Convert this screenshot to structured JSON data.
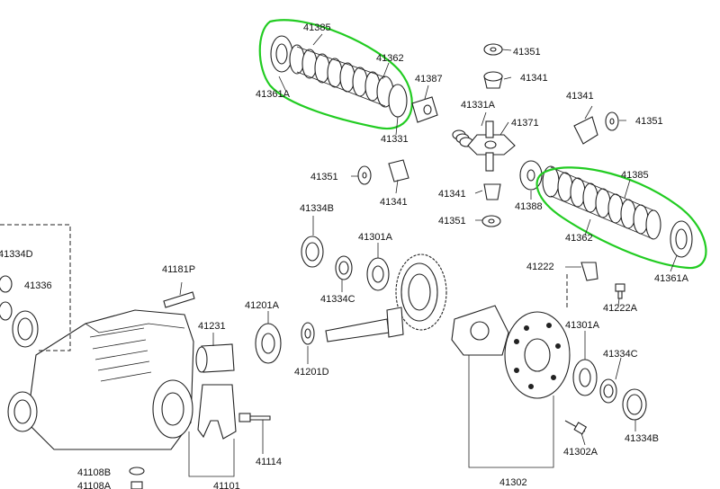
{
  "labels": {
    "p41385_top": "41385",
    "p41362_top": "41362",
    "p41361a_top": "41361A",
    "p41331": "41331",
    "p41387": "41387",
    "p41351_a": "41351",
    "p41341_a": "41341",
    "p41331a": "41331A",
    "p41371": "41371",
    "p41341_b": "41341",
    "p41351_b": "41351",
    "p41351_c": "41351",
    "p41341_c": "41341",
    "p41341_d": "41341",
    "p41351_d": "41351",
    "p41388": "41388",
    "p41385_right": "41385",
    "p41362_right": "41362",
    "p41361a_right": "41361A",
    "p41334b_top": "41334B",
    "p41301a_top": "41301A",
    "p41334c_left": "41334C",
    "p41334d": "41334D",
    "p41336": "41336",
    "p41181p": "41181P",
    "p41231": "41231",
    "p41201a": "41201A",
    "p41201d": "41201D",
    "p41222": "41222",
    "p41222a": "41222A",
    "p41301a_right": "41301A",
    "p41334c_right": "41334C",
    "p41334b_right": "41334B",
    "p41114": "41114",
    "p41302a": "41302A",
    "p41302": "41302",
    "p41101": "41101",
    "p41108b": "41108B",
    "p41108a": "41108A"
  },
  "highlight_color": "#22cc22"
}
